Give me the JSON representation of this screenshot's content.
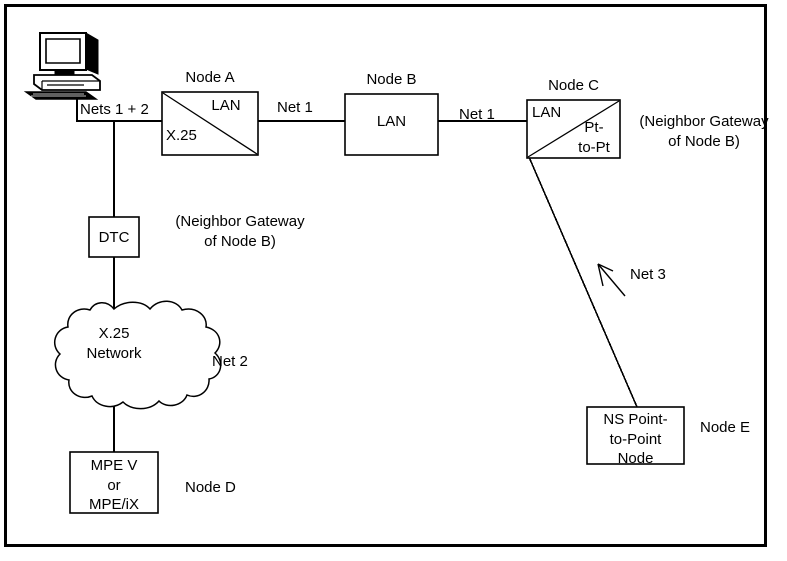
{
  "diagram": {
    "title": "Network topology with nodes A through E",
    "border_color": "#000000",
    "line_color": "#000000",
    "background": "#ffffff"
  },
  "workstation": {
    "icon": "desktop-computer-icon"
  },
  "nodes": {
    "a": {
      "title": "Node A",
      "upper_label": "LAN",
      "lower_label": "X.25"
    },
    "b": {
      "title": "Node B",
      "label": "LAN",
      "note": "(Neighbor Gateway\nof Node B)"
    },
    "c": {
      "title": "Node C",
      "upper_label": "LAN",
      "lower_label": "Pt-\nto-Pt",
      "note": "(Neighbor Gateway\nof Node B)"
    },
    "d": {
      "title": "Node D",
      "label": "MPE V\nor\nMPE/iX"
    },
    "e": {
      "title": "Node E",
      "label": "NS Point-\nto-Point\nNode"
    }
  },
  "dtc": {
    "label": "DTC"
  },
  "cloud": {
    "label": "X.25\nNetwork"
  },
  "links": {
    "nets_1_2": "Nets 1 + 2",
    "net_1_a_b": "Net 1",
    "net_1_b_c": "Net 1",
    "net_2": "Net 2",
    "net_3": "Net 3"
  }
}
